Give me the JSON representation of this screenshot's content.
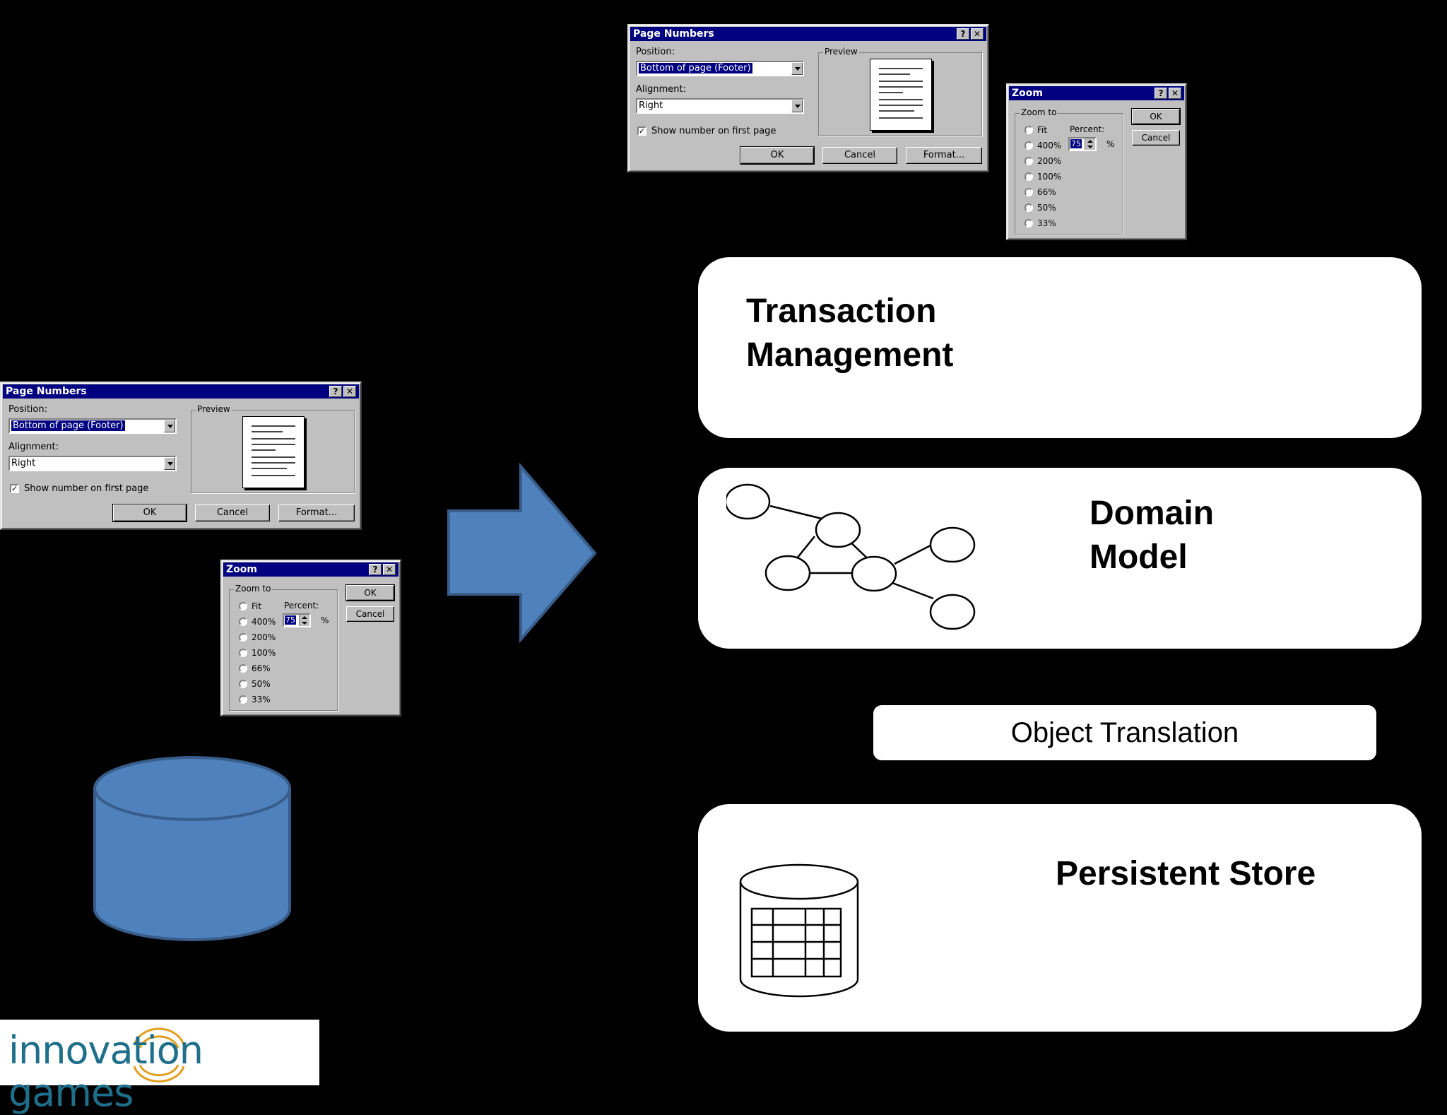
{
  "dialogs": {
    "page_numbers": {
      "title": "Page Numbers",
      "help": "?",
      "close": "✕",
      "position_label": "Position:",
      "position_value": "Bottom of page (Footer)",
      "alignment_label": "Alignment:",
      "alignment_value": "Right",
      "preview_label": "Preview",
      "show_number_label": "Show number on first page",
      "show_number_checked": true,
      "ok": "OK",
      "cancel": "Cancel",
      "format": "Format..."
    },
    "zoom": {
      "title": "Zoom",
      "help": "?",
      "close": "✕",
      "group_label": "Zoom to",
      "percent_label": "Percent:",
      "percent_value": "75",
      "percent_sign": "%",
      "options": [
        "Fit",
        "400%",
        "200%",
        "100%",
        "66%",
        "50%",
        "33%"
      ],
      "ok": "OK",
      "cancel": "Cancel"
    }
  },
  "layers": {
    "transaction": "Transaction Management",
    "transaction_lines": [
      "Transaction",
      "Management"
    ],
    "domain_lines": [
      "Domain",
      "Model"
    ],
    "object_translation": "Object Translation",
    "persistent_store": "Persistent Store"
  },
  "logo": {
    "text": "innovation games"
  },
  "colors": {
    "background": "#000000",
    "arrow_fill": "#4f81bd",
    "cylinder_fill": "#4f81bd",
    "dialog_title": "#000080",
    "dialog_face": "#c0c0c0",
    "logo_text": "#1f6f8b",
    "logo_accent": "#e0a020"
  }
}
